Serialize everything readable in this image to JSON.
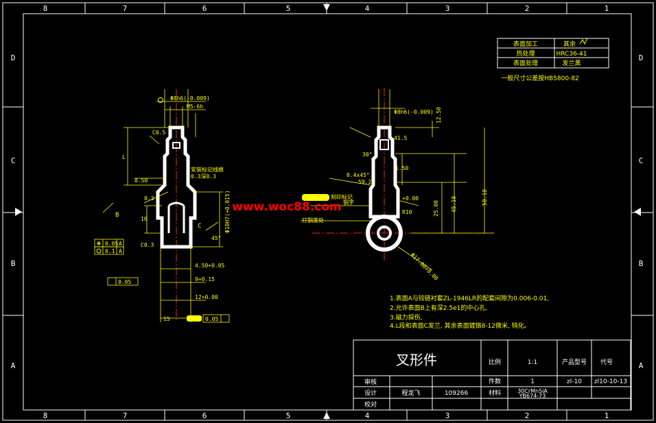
{
  "frame": {
    "top_numbers": [
      "8",
      "7",
      "6",
      "5",
      "4",
      "3",
      "2",
      "1"
    ],
    "bottom_numbers": [
      "8",
      "7",
      "6",
      "5",
      "4",
      "3",
      "2",
      "1"
    ],
    "left_letters": [
      "D",
      "C",
      "B",
      "A"
    ],
    "right_letters": [
      "D",
      "C",
      "B",
      "A"
    ]
  },
  "surface_table": {
    "rows": [
      {
        "label": "表面加工",
        "value": "其余"
      },
      {
        "label": "热处理",
        "value": "HRC36-41"
      },
      {
        "label": "表面处理",
        "value": "发兰黑"
      }
    ],
    "general_tolerance": "一般尺寸公差按HB5800-82"
  },
  "notes": [
    "1.表面A与铰链衬套ZL-1946LR的配套间隙为0.006-0.01,",
    "2.允许表面B上有深2.5e1的中心孔,",
    "3.磁力探伤,",
    "4.L段和表面C发兰, 其余表面镀铬8-12微米, 钝化。"
  ],
  "watermark": "www.woc88.com",
  "left_view": {
    "dims": {
      "d1": "Φ8h6(-0.009)",
      "d2": "M5-6h",
      "d3": "C0.5",
      "d4": "L",
      "d5": "0.50",
      "d6": "安装标记线痕",
      "d7": "0.3深0.3",
      "d8": "Φ10H7(+0.015)",
      "d9": "0.3",
      "d10": "C0.3",
      "d11": "B",
      "d12": "C",
      "d13": "4.50+0.05",
      "d14": "9+0.15",
      "d15": "12+0.00",
      "d16": "16",
      "d17": "15",
      "d18": "45°",
      "d19": "0.05",
      "d20": "0.1",
      "d21": "A",
      "d22": "0.05",
      "d23": "0.05"
    }
  },
  "right_view": {
    "dims": {
      "r1": "Φ8h6(-0.009)",
      "r2": "41.5",
      "r3": "30°",
      "r4": "0.4x45°",
      "r5": "59.2",
      "r6": "1.50",
      "r7": "+0.00",
      "r8": "R10",
      "r9": "打钢度处",
      "r10": "Φ17.00+0.00",
      "r11": "45.10",
      "r12": "58.10",
      "r13": "25.00",
      "r14": "12.50",
      "r15": "刻印标记",
      "r16": "钢字"
    }
  },
  "title_block": {
    "part_name": "叉形件",
    "scale_label": "比例",
    "scale_value": "1:1",
    "product_model_label": "产品型号",
    "code_label": "代号",
    "qty_label": "件数",
    "qty_value": "1",
    "model_value": "zl-10",
    "code_value": "zl10-10-13",
    "review_label": "审核",
    "design_label": "设计",
    "designer": "程龙飞",
    "date": "109266",
    "material_label": "材料",
    "material_value": "30CrMnSiA",
    "material_std": "YB674-73",
    "check_label": "校对"
  },
  "colors": {
    "background": "#000000",
    "outline": "#ffffff",
    "dimension": "#ffff00",
    "centerline": "#ff2020",
    "watermark": "#ff0000"
  }
}
